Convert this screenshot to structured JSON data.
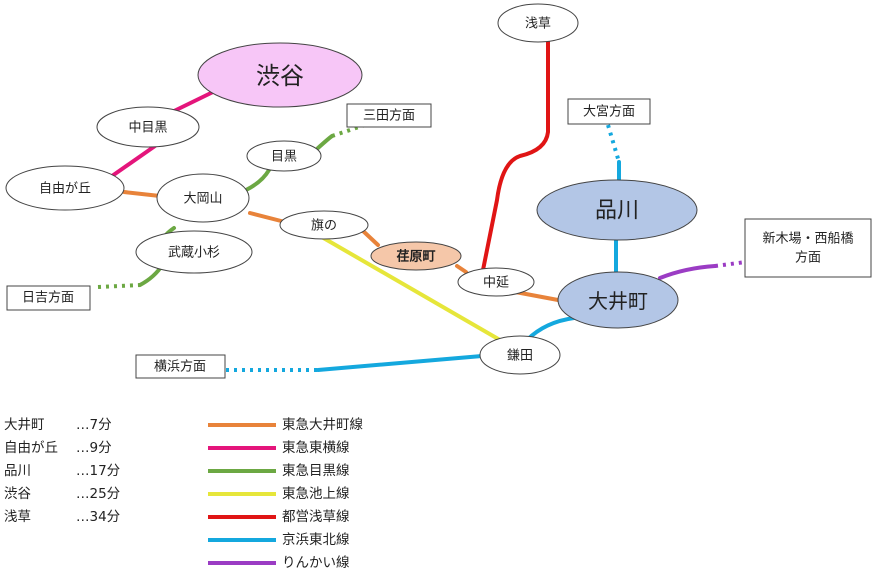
{
  "stations": {
    "shibuya": "渋谷",
    "nakameguro": "中目黒",
    "jiyugaoka": "自由が丘",
    "ookayama": "大岡山",
    "meguro": "目黒",
    "musashikosugi": "武蔵小杉",
    "hatanodai": "旗の",
    "ebaramachi": "荏原町",
    "nakanobu": "中延",
    "oimachi": "大井町",
    "shinagawa": "品川",
    "asakusa": "浅草",
    "kamata": "鎌田"
  },
  "directions": {
    "mita": "三田方面",
    "omiya": "大宮方面",
    "shinkiba": [
      "新木場・西船橋",
      "方面"
    ],
    "hiyoshi": "日吉方面",
    "yokohama": "横浜方面"
  },
  "colors": {
    "oimachi_line": "#e8833a",
    "toyoko_line": "#e4157b",
    "meguro_line": "#6ca843",
    "ikegami_line": "#e6e63a",
    "asakusa_line": "#e01515",
    "keihin_tohoku_line": "#14a8de",
    "rinkai_line": "#9b3cc4",
    "shibuya_fill": "#f7c6f7",
    "shinagawa_fill": "#b3c6e6",
    "ebaramachi_fill": "#f5c7a9"
  },
  "travel_times": [
    {
      "station": "大井町",
      "time": "…7分"
    },
    {
      "station": "自由が丘",
      "time": "…9分"
    },
    {
      "station": "品川",
      "time": "…17分"
    },
    {
      "station": "渋谷",
      "time": "…25分"
    },
    {
      "station": "浅草",
      "time": "…34分"
    }
  ],
  "legend": [
    {
      "name": "東急大井町線",
      "color": "#e8833a"
    },
    {
      "name": "東急東横線",
      "color": "#e4157b"
    },
    {
      "name": "東急目黒線",
      "color": "#6ca843"
    },
    {
      "name": "東急池上線",
      "color": "#e6e63a"
    },
    {
      "name": "都営浅草線",
      "color": "#e01515"
    },
    {
      "name": "京浜東北線",
      "color": "#14a8de"
    },
    {
      "name": "りんかい線",
      "color": "#9b3cc4"
    }
  ]
}
